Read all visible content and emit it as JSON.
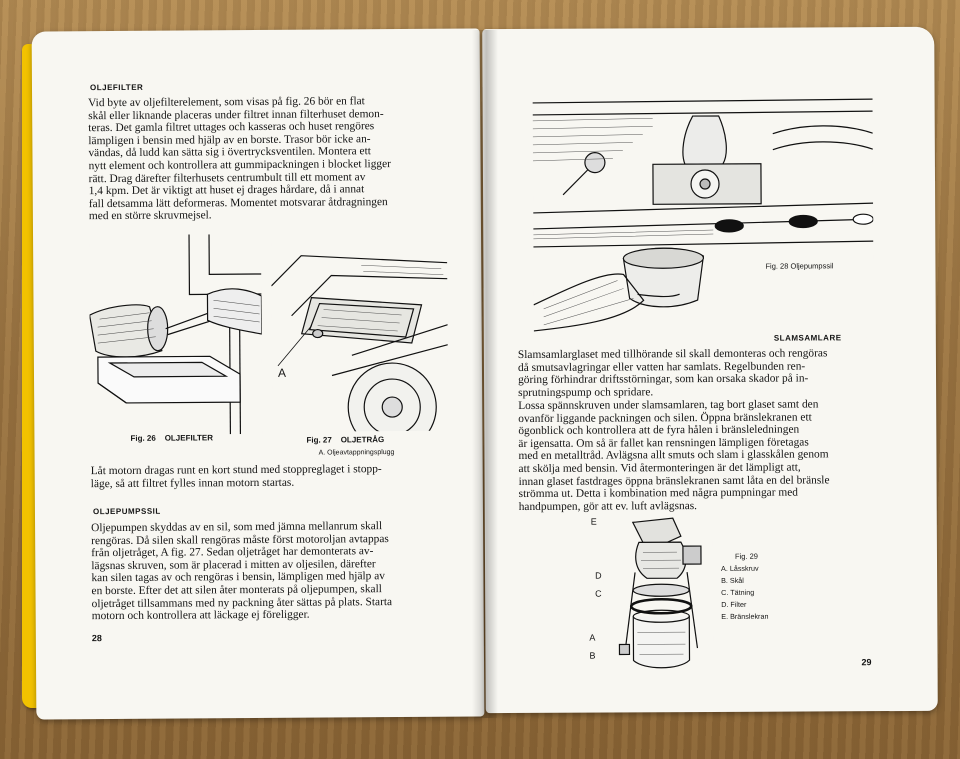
{
  "left_page": {
    "page_number": "28",
    "oljefilter": {
      "heading": "OLJEFILTER",
      "lines": [
        "Vid byte av oljefilterelement, som visas på fig. 26 bör en flat",
        "skål eller liknande placeras under filtret innan filterhuset demon-",
        "teras. Det gamla filtret uttages och kasseras och huset rengöres",
        "lämpligen i bensin med hjälp av en borste. Trasor bör icke an-",
        "vändas, då ludd kan sätta sig i övertrycksventilen. Montera ett",
        "nytt element och kontrollera att gummipackningen i blocket ligger",
        "rätt. Drag därefter filterhusets centrumbult till ett moment av",
        "1,4 kpm. Det är viktigt att huset ej drages hårdare, då i annat",
        "fall detsamma lätt deformeras. Momentet motsvarar åtdragningen",
        "med en större skruvmejsel."
      ]
    },
    "fig26": {
      "number": "Fig. 26",
      "title": "OLJEFILTER"
    },
    "fig27": {
      "number": "Fig. 27",
      "title": "OLJETRÅG",
      "sub": "A. Oljeavtappningsplugg",
      "callout": "A"
    },
    "after_figs": {
      "lines": [
        "Låt motorn dragas runt en kort stund med stoppreglaget i stopp-",
        "läge, så att filtret fylles innan motorn startas."
      ]
    },
    "oljepumpssil": {
      "heading": "OLJEPUMPSSIL",
      "lines": [
        "Oljepumpen skyddas av en sil, som med jämna mellanrum skall",
        "rengöras. Då silen skall rengöras måste först motoroljan avtappas",
        "från oljetråget, A fig. 27. Sedan oljetråget har demonterats av-",
        "lägsnas skruven, som är placerad i mitten av oljesilen, därefter",
        "kan silen tagas av och rengöras i bensin, lämpligen med hjälp av",
        "en borste. Efter det att silen åter monterats på oljepumpen, skall",
        "oljetråget tillsammans med ny packning åter sättas på plats. Starta",
        "motorn och kontrollera att läckage ej föreligger."
      ]
    }
  },
  "right_page": {
    "page_number": "29",
    "fig28": {
      "caption": "Fig. 28   Oljepumpssil"
    },
    "slamsamlare": {
      "heading": "SLAMSAMLARE",
      "para1": [
        "Slamsamlarglaset med tillhörande sil skall demonteras och rengöras",
        "då smutsavlagringar eller vatten har samlats. Regelbunden ren-",
        "göring förhindrar driftsstörningar, som kan orsaka skador på in-",
        "sprutningspump och spridare."
      ],
      "para2": [
        "Lossa spännskruven under slamsamlaren, tag bort glaset samt den",
        "ovanför liggande packningen och silen. Öppna bränslekranen ett",
        "ögonblick och kontrollera att de fyra hålen i bränsleledningen",
        "är igensatta. Om så är fallet kan rensningen lämpligen företagas",
        "med en metalltråd. Avlägsna allt smuts och slam i glasskålen genom",
        "att skölja med bensin. Vid återmonteringen är det lämpligt att,",
        "innan glaset fastdrages öppna bränslekranen samt låta en del bränsle",
        "strömma ut. Detta i kombination med några pumpningar med",
        "handpumpen, gör att ev. luft avlägsnas."
      ]
    },
    "fig29": {
      "number": "Fig. 29",
      "legend": [
        "A.  Låsskruv",
        "B.  Skål",
        "C.  Tätning",
        "D.  Filter",
        "E.  Bränslekran"
      ],
      "callouts": [
        "E",
        "D",
        "C",
        "A",
        "B"
      ]
    }
  },
  "colors": {
    "cover": "#f2c200",
    "paper": "#f8f7f2",
    "ink": "#141414",
    "table": "#9a7442"
  }
}
